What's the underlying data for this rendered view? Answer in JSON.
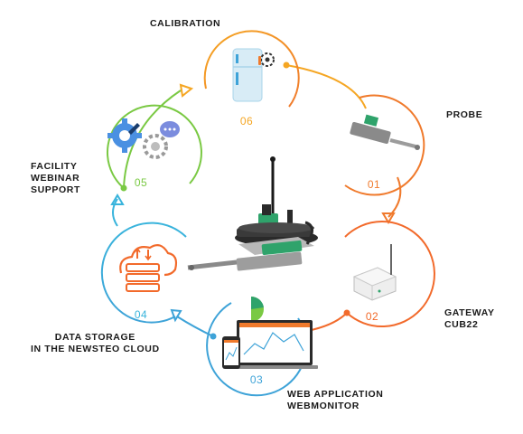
{
  "steps": [
    {
      "number": "01",
      "label_lines": [
        "PROBE"
      ],
      "color": "#f07a2c",
      "icon": "probe-sensor-icon"
    },
    {
      "number": "02",
      "label_lines": [
        "GATEWAY",
        "CUB22"
      ],
      "color": "#f26a2b",
      "icon": "gateway-box-icon"
    },
    {
      "number": "03",
      "label_lines": [
        "WEB APPLICATION",
        "WEBMONITOR"
      ],
      "color": "#3ea3d8",
      "icon": "web-dashboard-icon"
    },
    {
      "number": "04",
      "label_lines": [
        "DATA STORAGE",
        "IN THE NEWSTEO CLOUD"
      ],
      "color": "#39b4dc",
      "icon": "cloud-storage-icon"
    },
    {
      "number": "05",
      "label_lines": [
        "FACILITY",
        "WEBINAR",
        "SUPPORT"
      ],
      "color": "#7ac943",
      "icon": "support-gears-icon"
    },
    {
      "number": "06",
      "label_lines": [
        "CALIBRATION"
      ],
      "color": "#f5a623",
      "icon": "calibration-fridge-icon"
    }
  ],
  "center_icon": "wireless-sensor-device-icon",
  "colors": {
    "orange": "#f07a2c",
    "blue": "#3ea3d8",
    "green": "#7ac943",
    "yellow": "#f5a623",
    "text": "#1a1a1a"
  }
}
